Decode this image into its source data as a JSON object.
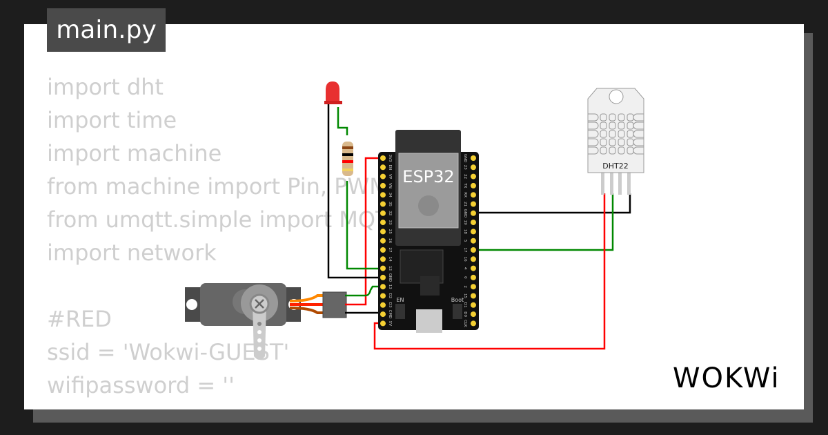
{
  "file_tab": "main.py",
  "code_lines": [
    "import dht",
    "import time",
    "import machine",
    "from machine import Pin, PWM",
    "from umqtt.simple import MQTT",
    "import network",
    "",
    "#RED",
    "ssid = 'Wokwi-GUEST'",
    "wifipassword = ''"
  ],
  "board": {
    "name": "ESP32",
    "left_pins": [
      "3V3",
      "EN",
      "VP",
      "VN",
      "34",
      "35",
      "32",
      "33",
      "25",
      "26",
      "27",
      "14",
      "12",
      "GND",
      "13",
      "D2",
      "D3",
      "CMD",
      "5V"
    ],
    "right_pins": [
      "GND",
      "23",
      "22",
      "TX",
      "RX",
      "21",
      "GND",
      "19",
      "18",
      "5",
      "17",
      "16",
      "4",
      "0",
      "2",
      "15",
      "D1",
      "D0",
      "CLK"
    ],
    "button_en": "EN",
    "button_boot": "Boot"
  },
  "sensor": {
    "label": "DHT22"
  },
  "logo": "WOKWi",
  "colors": {
    "wire_red": "#ff0000",
    "wire_green": "#008800",
    "wire_black": "#000000",
    "pin": "#f5d033",
    "led": "#e83030"
  }
}
